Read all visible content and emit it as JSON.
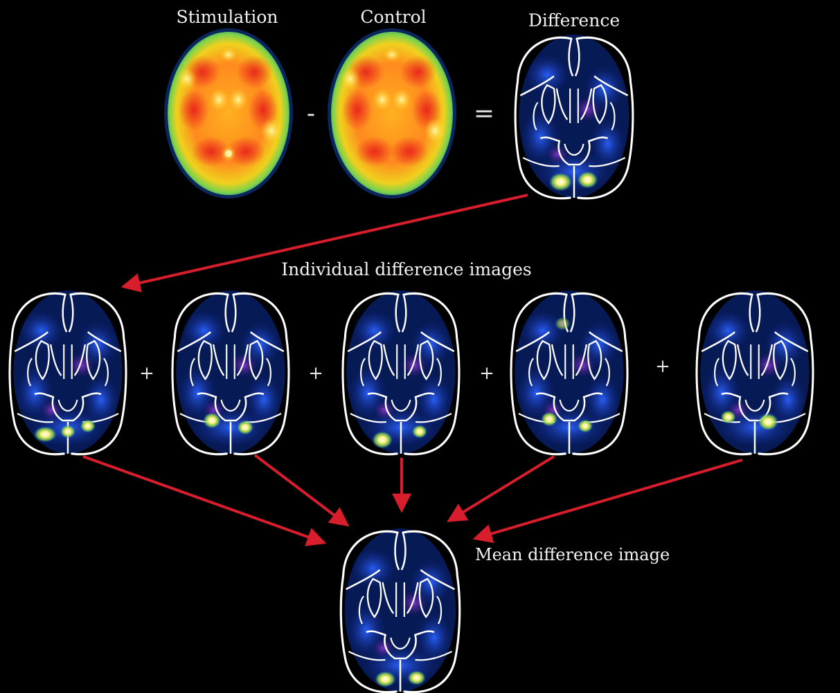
{
  "top_row": {
    "stimulation_label": "Stimulation",
    "control_label": "Control",
    "difference_label": "Difference",
    "minus_sign": "-",
    "equals_sign": "="
  },
  "individual": {
    "label": "Individual difference images",
    "plus_sign": "+"
  },
  "mean": {
    "label": "Mean difference image"
  },
  "colors": {
    "background": "#000000",
    "arrow": "#d81e2c",
    "outline": "#ffffff",
    "pet_low": "#1e7a3a",
    "pet_mid": "#ffd21e",
    "pet_high": "#e8231b",
    "diff_blue": "#1a3fd6",
    "diff_hot": "#ffef7a"
  },
  "icons": {
    "pet_scan": "pet-scan-image",
    "difference_map": "brain-outline-map",
    "arrow": "arrow-icon"
  }
}
